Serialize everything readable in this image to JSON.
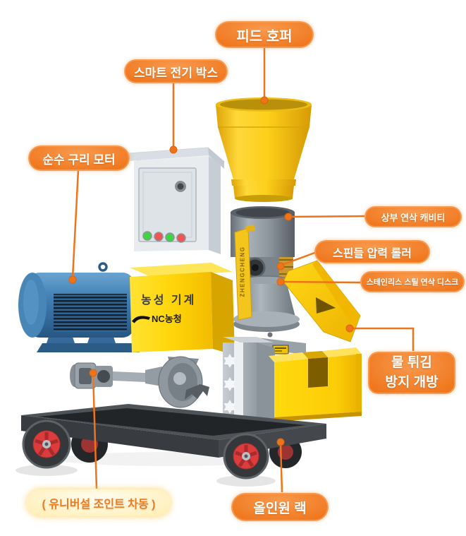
{
  "colors": {
    "label_orange": "#EF7318",
    "machine_yellow": "#FFD60A",
    "motor_blue": "#3F7FB5",
    "wheel_red": "#DD3C3C",
    "frame_gray": "#4E5358"
  },
  "labels": {
    "feed_hopper": "피드 호퍼",
    "smart_electric_box": "스마트 전기 박스",
    "pure_copper_motor": "순수 구리 모터",
    "upper_grinding_cavity": "상부 연삭 캐비티",
    "spindle_pressure_roller": "스핀들 압력 롤러",
    "stainless_grinding_disc": "스테인리스 스틸 연삭 디스크",
    "water_splash_line1": "물 튀김",
    "water_splash_line2": "방지 개방",
    "universal_joint_diff": "( 유니버설 조인트 차동 )",
    "all_in_one_rack": "올인원 랙"
  },
  "machine": {
    "brand_title": "농성 기계",
    "brand_sub": "NC농청",
    "side_strip": "ZHENGCHENG"
  }
}
